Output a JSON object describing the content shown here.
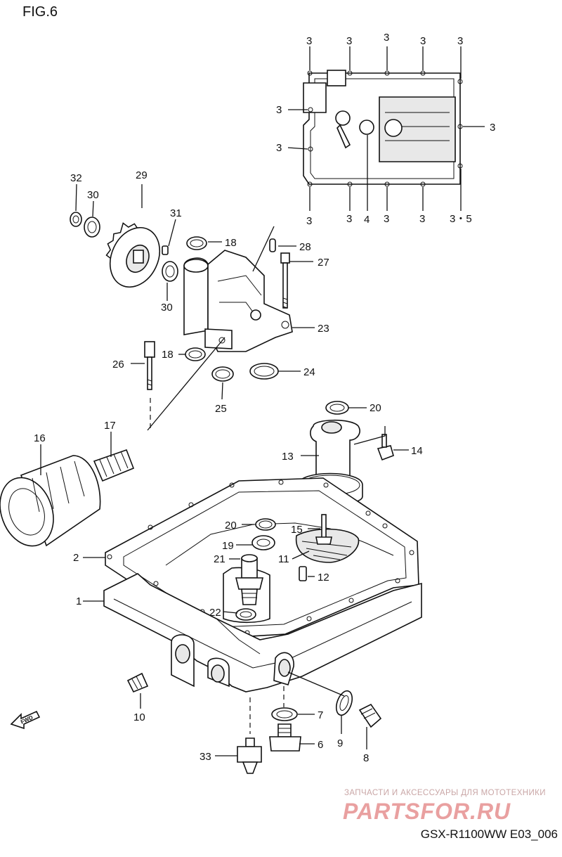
{
  "figure_title": "FIG.6",
  "footer_code": "GSX-R1100WW  E03_006",
  "watermark": {
    "tagline": "ЗАПЧАСТИ И АКСЕССУАРЫ ДЛЯ МОТОТЕХНИКИ",
    "brand": "PARTSFOR.RU"
  },
  "fwd_label": "FWD",
  "callouts": {
    "c3_a": "3",
    "c3_b": "3",
    "c3_c": "3",
    "c3_d": "3",
    "c3_e": "3",
    "c3_f": "3",
    "c3_g": "3",
    "c3_h": "3",
    "c3_i": "3",
    "c3_j": "3",
    "c3_k": "3",
    "c3_l": "3",
    "c35": "3・5",
    "c4": "4",
    "c32": "32",
    "c29": "29",
    "c30a": "30",
    "c31": "31",
    "c30b": "30",
    "c18a": "18",
    "c28": "28",
    "c27": "27",
    "c23": "23",
    "c26": "26",
    "c18b": "18",
    "c24": "24",
    "c25": "25",
    "c20a": "20",
    "c16": "16",
    "c17": "17",
    "c13": "13",
    "c14": "14",
    "c20b": "20",
    "c15": "15",
    "c19": "19",
    "c21": "21",
    "c11": "11",
    "c12": "12",
    "c2": "2",
    "c1": "1",
    "c22": "22",
    "c10": "10",
    "c7": "7",
    "c9": "9",
    "c8": "8",
    "c6": "6",
    "c33": "33"
  }
}
